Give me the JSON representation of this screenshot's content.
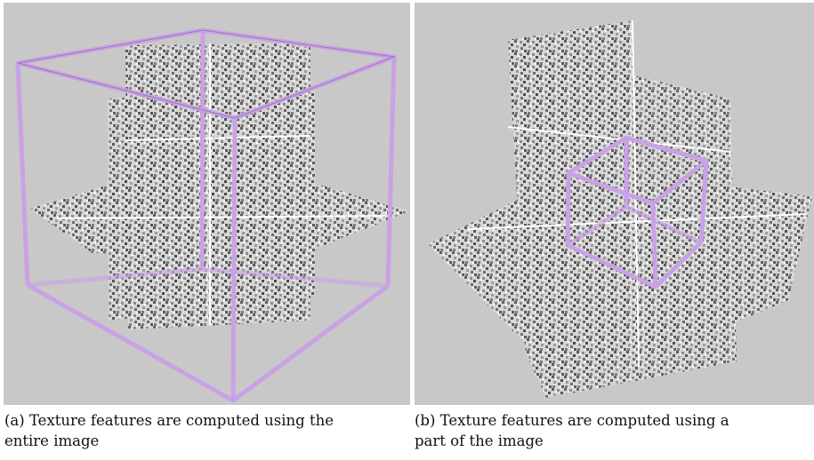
{
  "figure": {
    "panels": [
      {
        "id": "a",
        "caption_line1": "(a) Texture features are computed using the",
        "caption_line2": "entire image",
        "background_color": "#c8c8c8",
        "box_color": "#c9a2e6",
        "description_icon": "bounding-box-wireframe"
      },
      {
        "id": "b",
        "caption_line1": "(b) Texture features are computed using a",
        "caption_line2": "part of the image",
        "background_color": "#c8c8c8",
        "box_color": "#c9a2e6",
        "description_icon": "bounding-box-wireframe"
      }
    ]
  }
}
